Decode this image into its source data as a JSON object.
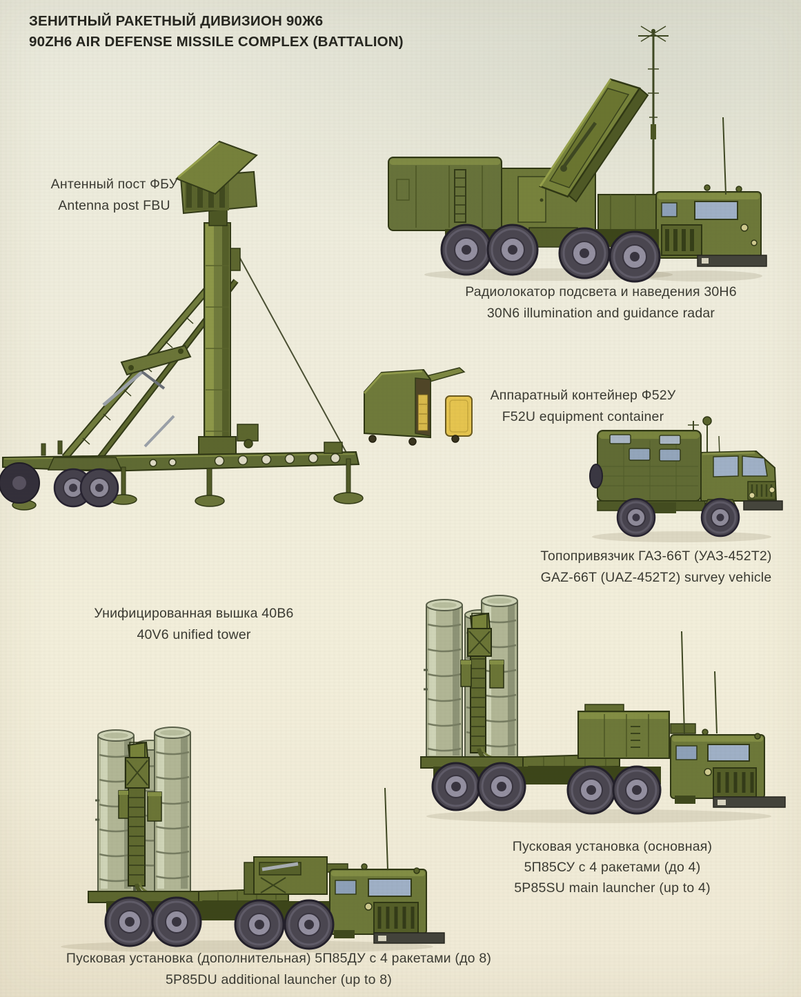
{
  "page": {
    "title_line1": "ЗЕНИТНЫЙ РАКЕТНЫЙ ДИВИЗИОН 90Ж6",
    "title_line2": "90ZH6 AIR DEFENSE MISSILE COMPLEX (BATTALION)"
  },
  "labels": {
    "antenna_post": {
      "ru": "Антенный пост ФБУ",
      "en": "Antenna post FBU"
    },
    "radar_30n6": {
      "ru": "Радиолокатор подсвета и наведения 30Н6",
      "en": "30N6 illumination and guidance radar"
    },
    "container_f52u": {
      "ru": "Аппаратный контейнер Ф52У",
      "en": "F52U equipment container"
    },
    "survey_gaz66t": {
      "ru": "Топопривязчик ГАЗ-66Т (УАЗ-452Т2)",
      "en": "GAZ-66T (UAZ-452T2) survey vehicle"
    },
    "tower_40v6": {
      "ru": "Унифицированная вышка 40В6",
      "en": "40V6 unified tower"
    },
    "launcher_5p85su": {
      "ru_line1": "Пусковая установка (основная)",
      "ru_line2": "5П85СУ с 4 ракетами (до 4)",
      "en": "5P85SU main launcher (up to 4)"
    },
    "launcher_5p85du": {
      "ru": "Пусковая установка (дополнительная) 5П85ДУ с 4 ракетами (до 8)",
      "en": "5P85DU additional launcher (up to 8)"
    }
  },
  "colors": {
    "paper": "#efecdb",
    "olive": "#6d7839",
    "olive_dark": "#3c4519",
    "panel_green": "#76823a",
    "canister": "#b1b695",
    "glass": "#9fb0c6",
    "door_yellow": "#e5c44f",
    "wheel": "#49454f",
    "text": "#3a3a32"
  }
}
